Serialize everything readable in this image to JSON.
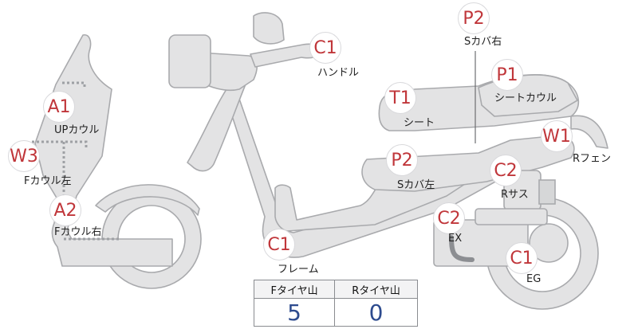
{
  "markers": {
    "handle": {
      "code": "C1",
      "label": "ハンドル"
    },
    "seat": {
      "code": "T1",
      "label": "シート"
    },
    "seat_cowl": {
      "code": "P1",
      "label": "シートカウル"
    },
    "side_cover_right": {
      "code": "P2",
      "label": "Sカバ右"
    },
    "side_cover_left": {
      "code": "P2",
      "label": "Sカバ左"
    },
    "rear_fender": {
      "code": "W1",
      "label": "Rフェン"
    },
    "rear_suspension": {
      "code": "C2",
      "label": "Rサス"
    },
    "exhaust": {
      "code": "C2",
      "label": "EX"
    },
    "engine": {
      "code": "C1",
      "label": "EG"
    },
    "frame": {
      "code": "C1",
      "label": "フレーム"
    },
    "upper_cowl": {
      "code": "A1",
      "label": "UPカウル"
    },
    "front_cowl_left": {
      "code": "W3",
      "label": "Fカウル左"
    },
    "front_cowl_right": {
      "code": "A2",
      "label": "Fカウル右"
    }
  },
  "tyre_table": {
    "front_header": "Fタイヤ山",
    "rear_header": "Rタイヤ山",
    "front_value": "5",
    "rear_value": "0"
  }
}
